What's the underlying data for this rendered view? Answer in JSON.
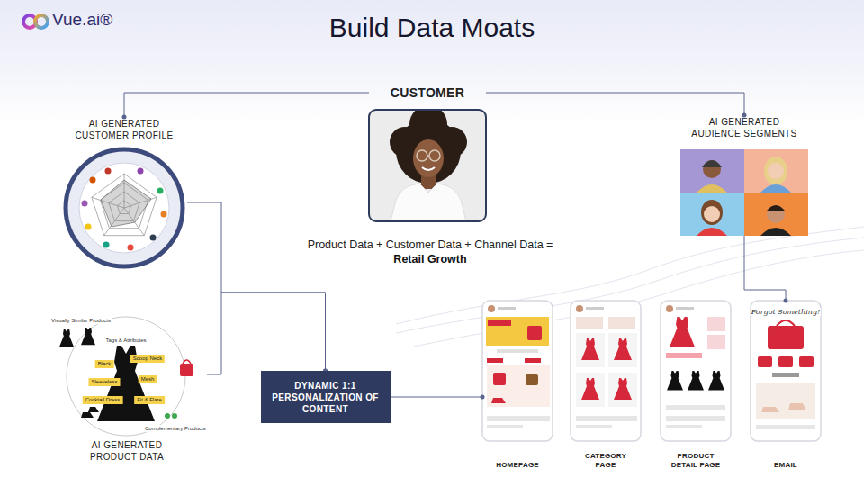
{
  "diagram": {
    "title": "Build Data Moats",
    "nodes": [
      {
        "text": [
          "CUSTOMER"
        ]
      },
      {
        "text": [
          "AI GENERATED CUSTOMER PROFILE"
        ]
      },
      {
        "text": [
          "AI GENERATED AUDIENCE SEGMENTS"
        ]
      },
      {
        "text": [
          "AI GENERATED PRODUCT DATA"
        ]
      },
      {
        "text": [
          "DYNAMIC 1:1 PERSONALIZATION OF CONTENT"
        ]
      },
      {
        "text": [
          "HOMEPAGE"
        ]
      },
      {
        "text": [
          "CATEGORY PAGE"
        ]
      },
      {
        "text": [
          "PRODUCT DETAIL PAGE"
        ]
      },
      {
        "text": [
          "EMAIL"
        ]
      }
    ],
    "edges": [
      {
        "from": 0,
        "to": 1,
        "arrow": "none"
      },
      {
        "from": 0,
        "to": 2,
        "arrow": "none"
      },
      {
        "from": 1,
        "to": 4,
        "arrow": "none"
      },
      {
        "from": 3,
        "to": 4,
        "arrow": "none"
      },
      {
        "from": 2,
        "to": 8,
        "arrow": "none"
      },
      {
        "from": 4,
        "to": 5,
        "arrow": "none"
      }
    ],
    "labels": [
      "Vue.ai®",
      "Product Data + Customer Data + Channel Data =",
      "Retail Growth",
      "Visually Similar Products",
      "Tags & Attributes",
      "Black",
      "Sleeveless",
      "Cocktail Dress",
      "Scoop Neck",
      "Mesh",
      "Fit & Flare",
      "Complementary Products",
      "Forgot Something!"
    ]
  }
}
